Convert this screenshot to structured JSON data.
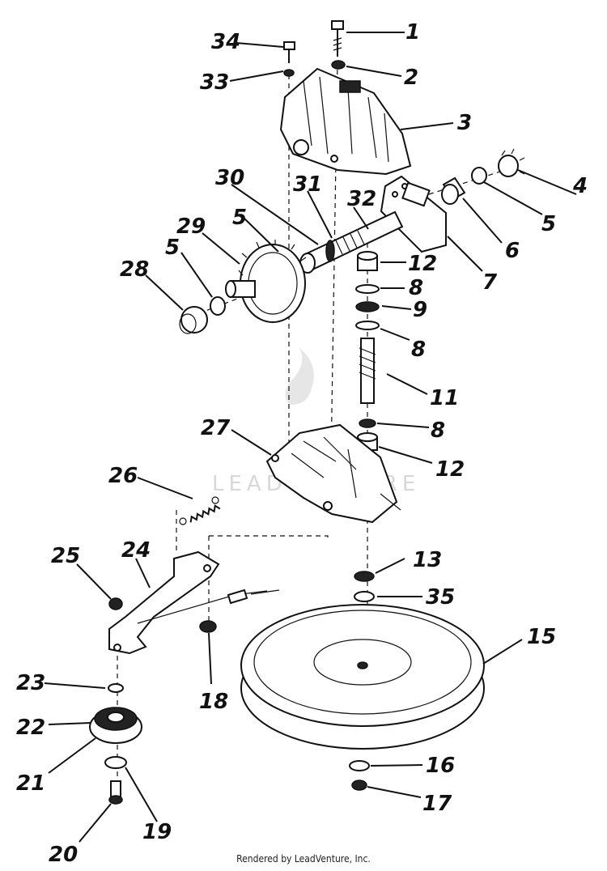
{
  "callouts": [
    {
      "id": "1",
      "label": "1"
    },
    {
      "id": "2",
      "label": "2"
    },
    {
      "id": "3",
      "label": "3"
    },
    {
      "id": "4",
      "label": "4"
    },
    {
      "id": "5a",
      "label": "5"
    },
    {
      "id": "6",
      "label": "6"
    },
    {
      "id": "7",
      "label": "7"
    },
    {
      "id": "8a",
      "label": "8"
    },
    {
      "id": "9",
      "label": "9"
    },
    {
      "id": "8b",
      "label": "8"
    },
    {
      "id": "11",
      "label": "11"
    },
    {
      "id": "8c",
      "label": "8"
    },
    {
      "id": "12a",
      "label": "12"
    },
    {
      "id": "12b",
      "label": "12"
    },
    {
      "id": "13",
      "label": "13"
    },
    {
      "id": "35",
      "label": "35"
    },
    {
      "id": "15",
      "label": "15"
    },
    {
      "id": "16",
      "label": "16"
    },
    {
      "id": "17",
      "label": "17"
    },
    {
      "id": "18",
      "label": "18"
    },
    {
      "id": "19",
      "label": "19"
    },
    {
      "id": "20",
      "label": "20"
    },
    {
      "id": "21",
      "label": "21"
    },
    {
      "id": "22",
      "label": "22"
    },
    {
      "id": "23",
      "label": "23"
    },
    {
      "id": "24",
      "label": "24"
    },
    {
      "id": "25",
      "label": "25"
    },
    {
      "id": "26",
      "label": "26"
    },
    {
      "id": "27",
      "label": "27"
    },
    {
      "id": "28",
      "label": "28"
    },
    {
      "id": "5b",
      "label": "5"
    },
    {
      "id": "29",
      "label": "29"
    },
    {
      "id": "5c",
      "label": "5"
    },
    {
      "id": "30",
      "label": "30"
    },
    {
      "id": "31",
      "label": "31"
    },
    {
      "id": "32",
      "label": "32"
    },
    {
      "id": "33",
      "label": "33"
    },
    {
      "id": "34",
      "label": "34"
    }
  ],
  "watermark": "LEADVENTURE",
  "footer": "Rendered by LeadVenture, Inc."
}
